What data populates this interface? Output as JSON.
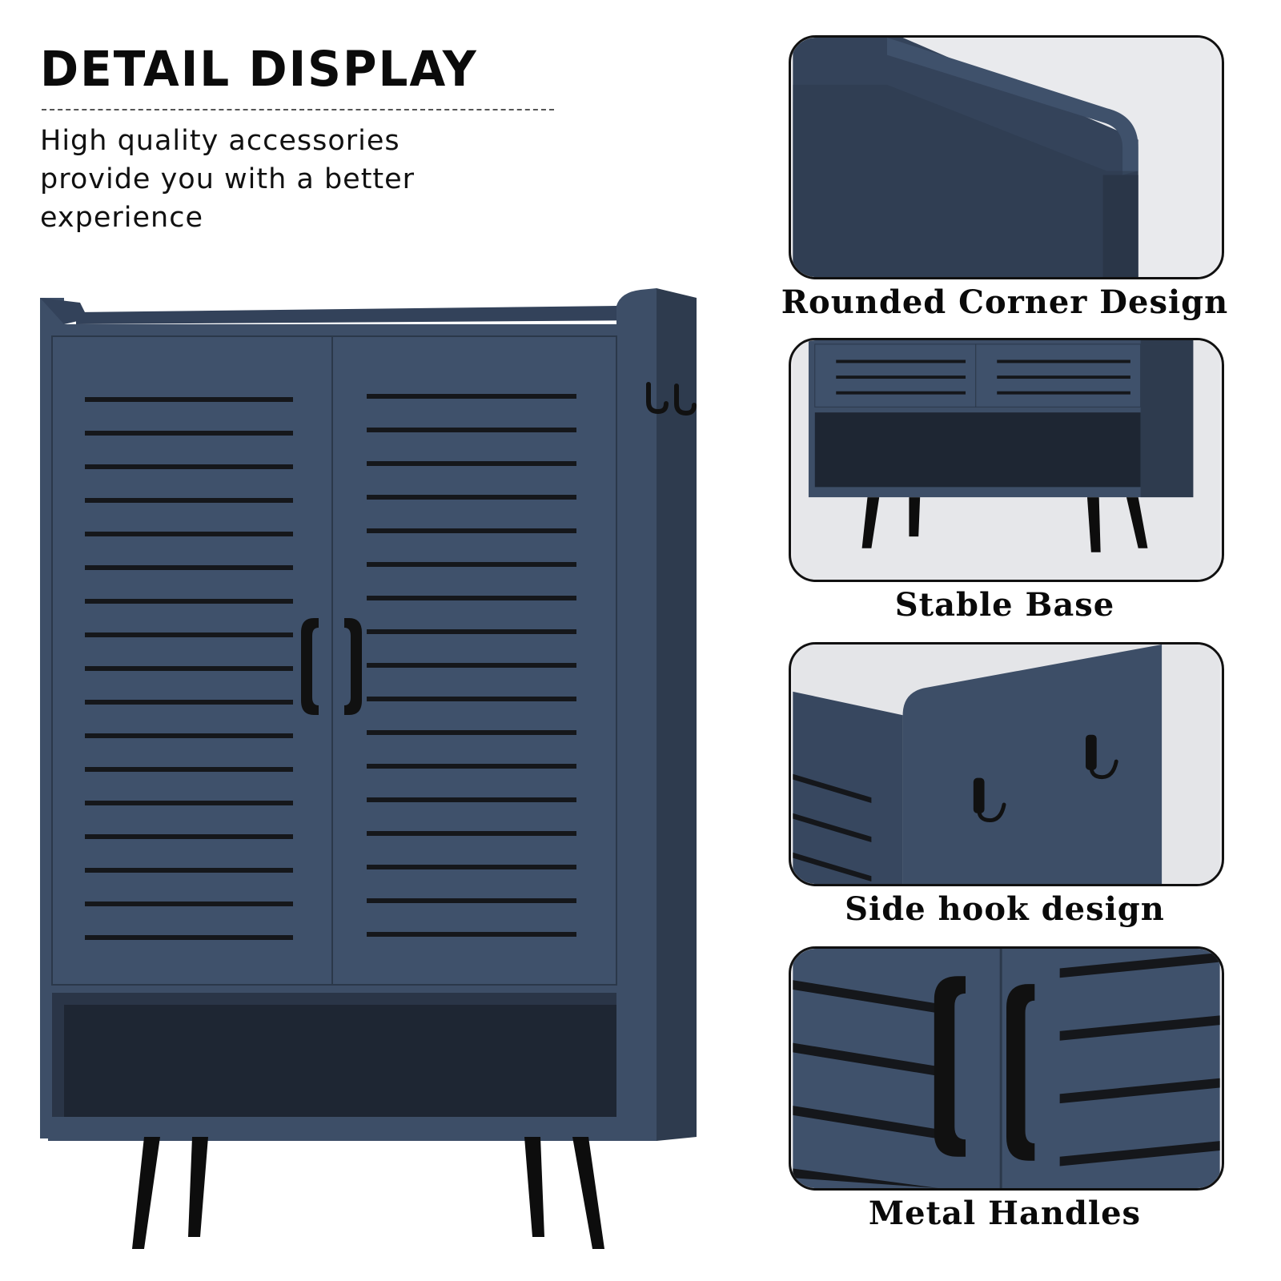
{
  "header": {
    "title": "DETAIL DISPLAY",
    "subtitle": "High quality accessories provide you with a better experience"
  },
  "colors": {
    "cabinet_blue": "#3d4e67",
    "cabinet_dark": "#2f3d52",
    "slot_black": "#15171b",
    "hardware_black": "#111111"
  },
  "features": [
    {
      "caption": "Rounded Corner Design"
    },
    {
      "caption": "Stable Base"
    },
    {
      "caption": "Side hook design"
    },
    {
      "caption": "Metal Handles"
    }
  ]
}
